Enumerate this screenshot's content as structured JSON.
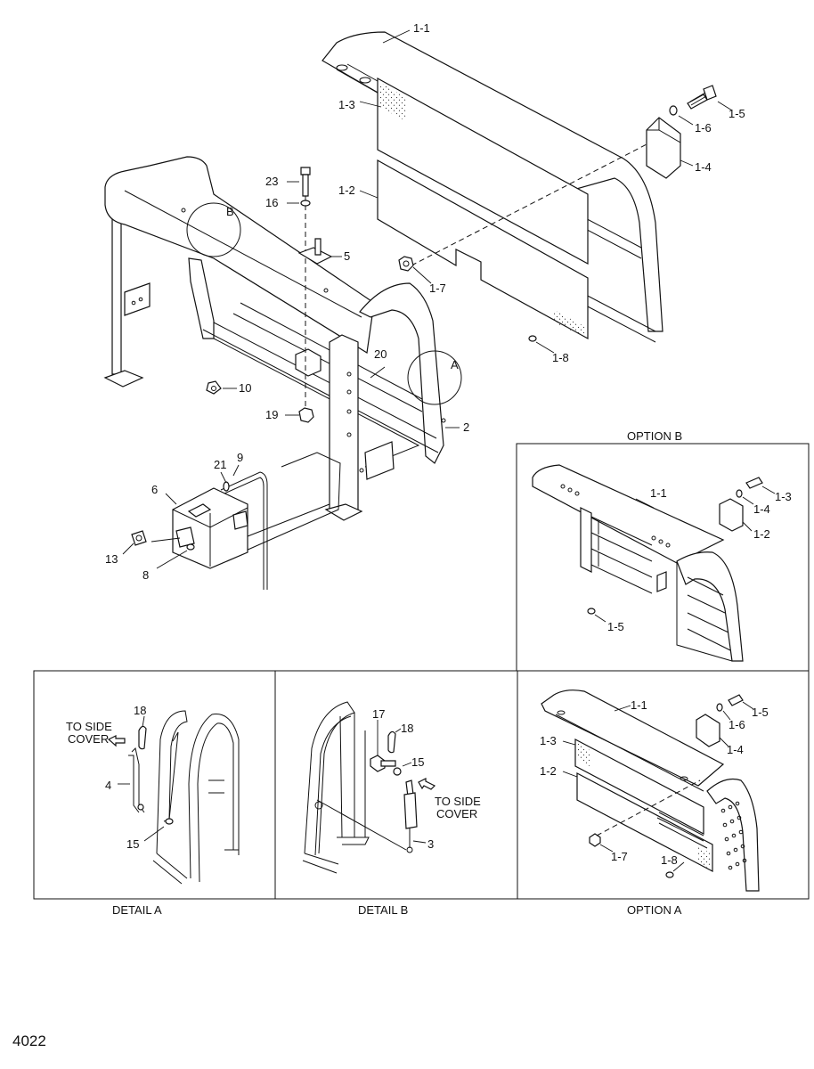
{
  "main_labels": {
    "l_1_1": "1-1",
    "l_1_3": "1-3",
    "l_1_5": "1-5",
    "l_1_6": "1-6",
    "l_1_4": "1-4",
    "l_1_2": "1-2",
    "l_1_7": "1-7",
    "l_1_8": "1-8",
    "l_23": "23",
    "l_16": "16",
    "l_5": "5",
    "l_B": "B",
    "l_A": "A",
    "l_20": "20",
    "l_10": "10",
    "l_19": "19",
    "l_2": "2",
    "l_9": "9",
    "l_21": "21",
    "l_6": "6",
    "l_13": "13",
    "l_8": "8"
  },
  "option_b": {
    "title": "OPTION B",
    "l_1_1": "1-1",
    "l_1_3": "1-3",
    "l_1_4": "1-4",
    "l_1_2": "1-2",
    "l_1_5": "1-5"
  },
  "detail_a": {
    "caption": "DETAIL A",
    "l_18": "18",
    "to_side_1": "TO SIDE",
    "to_side_2": "COVER",
    "l_4": "4",
    "l_15": "15"
  },
  "detail_b": {
    "caption": "DETAIL B",
    "l_17": "17",
    "l_18": "18",
    "l_15": "15",
    "to_side_1": "TO SIDE",
    "to_side_2": "COVER",
    "l_3": "3"
  },
  "option_a": {
    "caption": "OPTION A",
    "l_1_1": "1-1",
    "l_1_5": "1-5",
    "l_1_6": "1-6",
    "l_1_3": "1-3",
    "l_1_4": "1-4",
    "l_1_2": "1-2",
    "l_1_7": "1-7",
    "l_1_8": "1-8"
  },
  "page_number": "4022"
}
